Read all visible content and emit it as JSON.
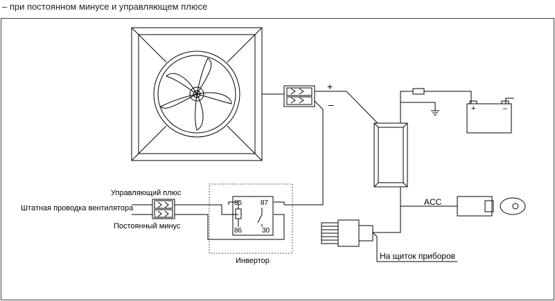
{
  "caption": "– при постоянном минусе и управляющем плюсе",
  "labels": {
    "control_plus": "Управляющий плюс",
    "fan_wiring": "Штатная проводка вентилятора",
    "constant_minus": "Постоянный минус",
    "inverter": "Инвертор",
    "acc": "ACC",
    "dashboard": "На щиток приборов",
    "plus_sign": "+",
    "minus_sign": "–",
    "battery_plus": "+",
    "battery_minus": "–"
  },
  "relay": {
    "pin_85": "85",
    "pin_87": "87",
    "pin_86": "86",
    "pin_30": "30"
  }
}
